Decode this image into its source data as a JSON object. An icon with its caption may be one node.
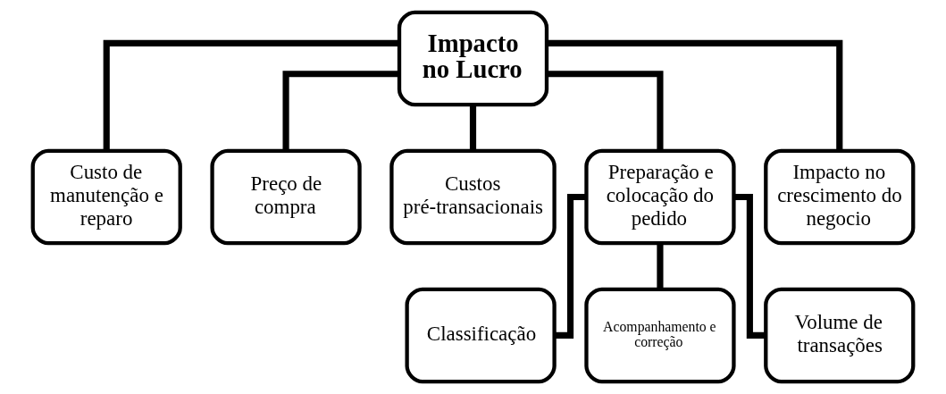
{
  "diagram": {
    "nodes": [
      {
        "text": [
          "Impacto no Lucro"
        ]
      },
      {
        "text": [
          "Custo de manutenção e reparo"
        ]
      },
      {
        "text": [
          "Preço de compra"
        ]
      },
      {
        "text": [
          "Custos pré-transacionais"
        ]
      },
      {
        "text": [
          "Preparação e colocação do pedido"
        ]
      },
      {
        "text": [
          "Impacto no crescimento do negocio"
        ]
      },
      {
        "text": [
          "Classificação"
        ]
      },
      {
        "text": [
          "Acompanhamento e correção"
        ]
      },
      {
        "text": [
          "Volume de transações"
        ]
      }
    ],
    "edges": [
      {
        "from": 0,
        "to": 1,
        "arrow": "none"
      },
      {
        "from": 0,
        "to": 2,
        "arrow": "none"
      },
      {
        "from": 0,
        "to": 3,
        "arrow": "none"
      },
      {
        "from": 0,
        "to": 4,
        "arrow": "none"
      },
      {
        "from": 0,
        "to": 5,
        "arrow": "none"
      },
      {
        "from": 4,
        "to": 6,
        "arrow": "none"
      },
      {
        "from": 4,
        "to": 7,
        "arrow": "none"
      },
      {
        "from": 4,
        "to": 8,
        "arrow": "none"
      }
    ]
  }
}
